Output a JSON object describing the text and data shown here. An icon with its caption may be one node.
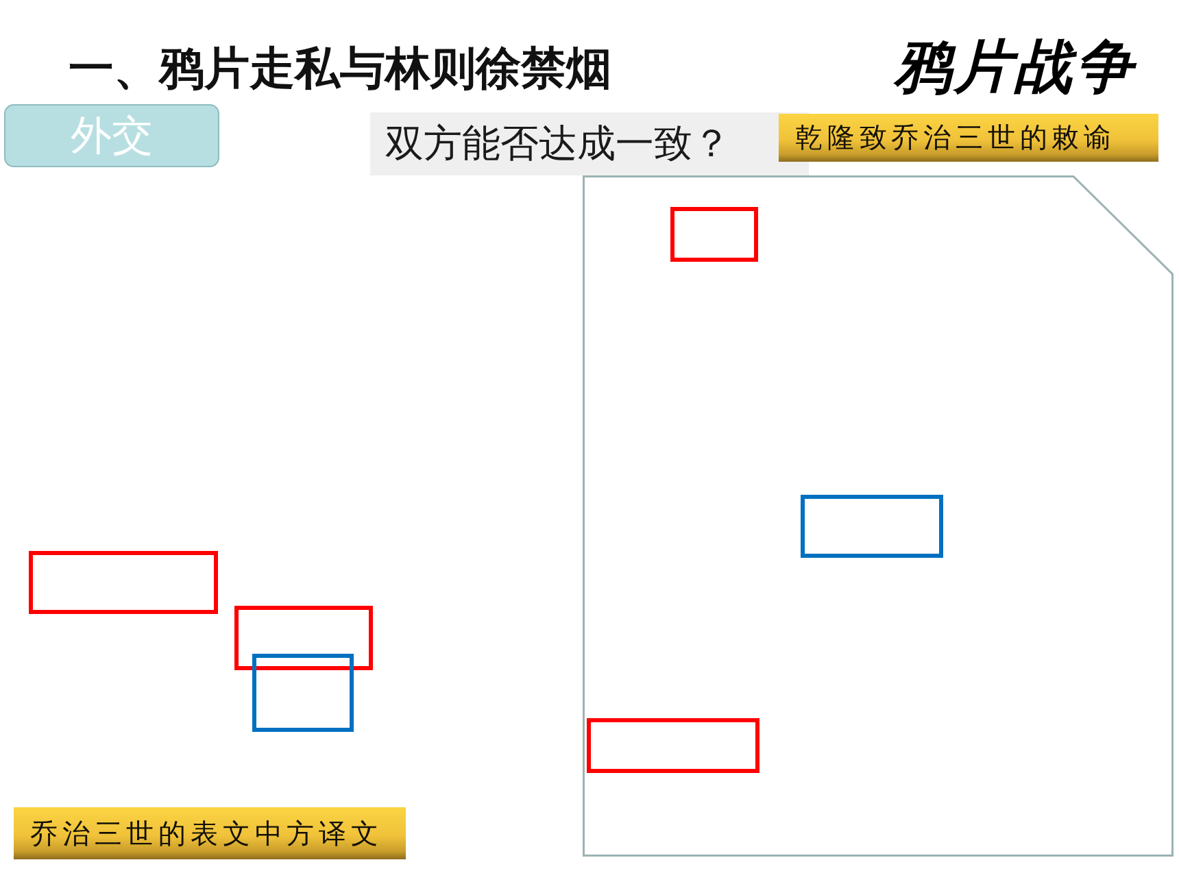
{
  "diagram": {
    "title": "一、鸦片走私与林则徐禁烟",
    "nodes": [
      {
        "text": [
          "外交"
        ]
      },
      {
        "text": [
          "双方能否达成一致？"
        ]
      },
      {
        "text": [
          "乾隆致乔治三世的敕谕"
        ]
      },
      {
        "text": [],
        "shape": "box"
      },
      {
        "text": [],
        "shape": "box",
        "in": 3
      },
      {
        "text": [],
        "shape": "box",
        "in": 3
      },
      {
        "text": [],
        "shape": "box"
      },
      {
        "text": [],
        "shape": "box"
      },
      {
        "text": [],
        "shape": "box"
      },
      {
        "text": [],
        "shape": "box",
        "in": 3
      },
      {
        "text": [
          "乔治三世的表文中方译文"
        ]
      }
    ],
    "labels": [
      "鸦片战争"
    ]
  }
}
